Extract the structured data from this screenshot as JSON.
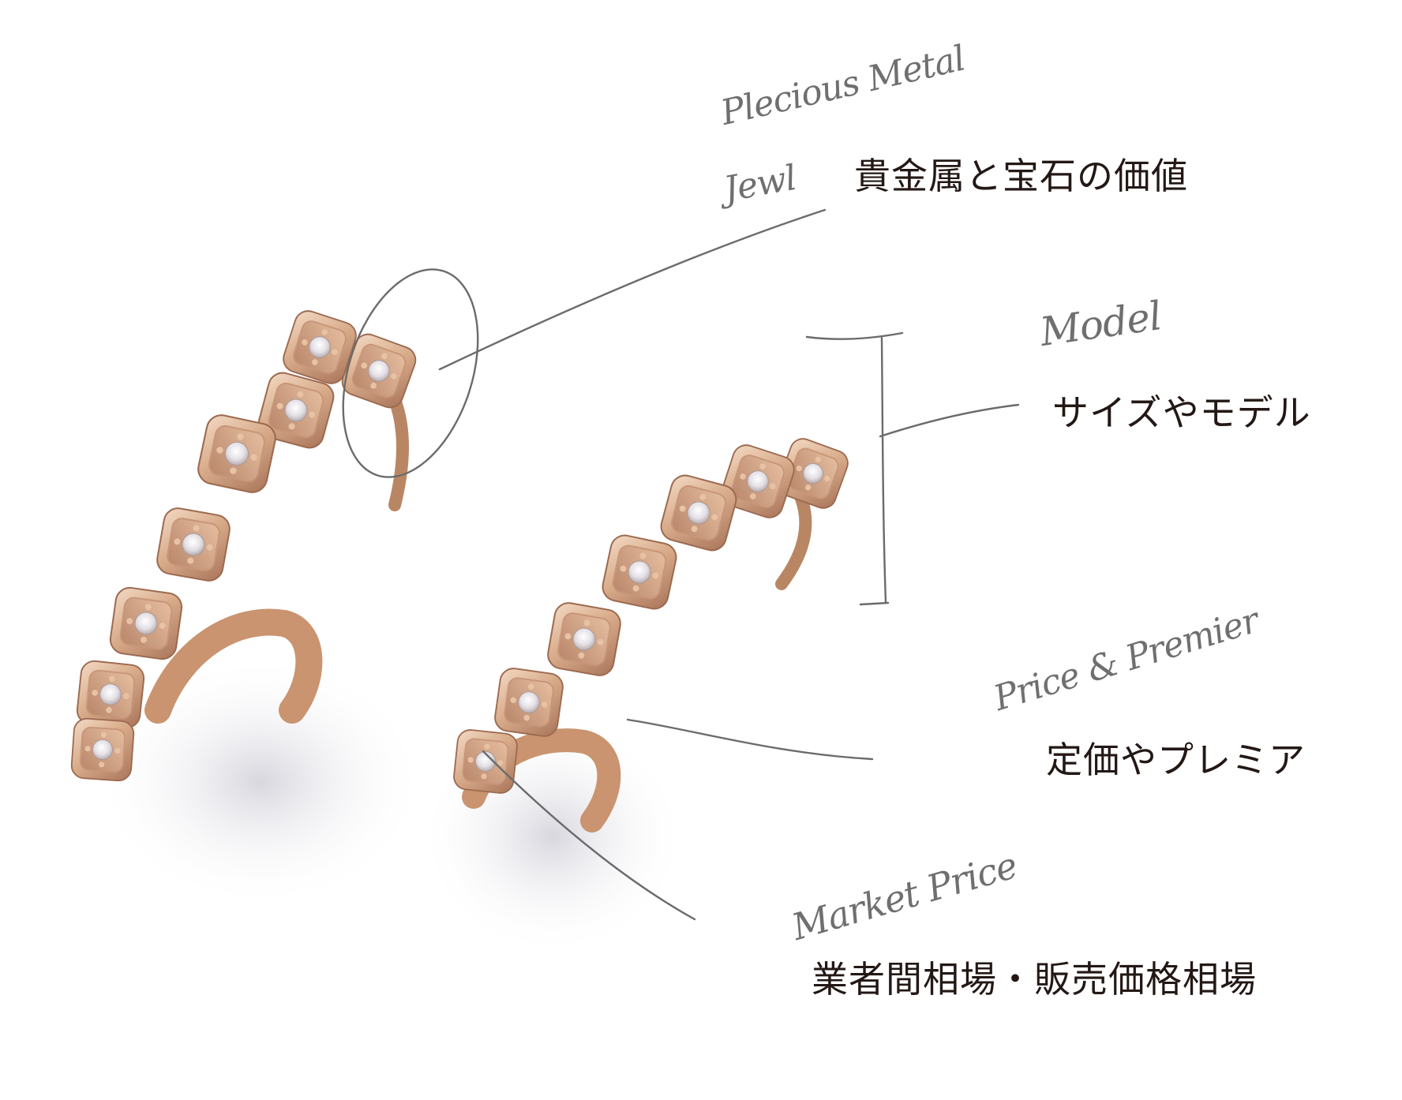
{
  "annotations": [
    {
      "id": "precious-metal",
      "script_line1": "Plecious Metal",
      "script_line2": "Jewl",
      "caption": "貴金属と宝石の価値"
    },
    {
      "id": "model",
      "script": "Model",
      "caption": "サイズやモデル"
    },
    {
      "id": "price-premier",
      "script": "Price & Premier",
      "caption": "定価やプレミア"
    },
    {
      "id": "market-price",
      "script": "Market Price",
      "caption": "業者間相場・販売価格相場"
    }
  ],
  "product": {
    "name": "rose-gold-diamond-hoop-earrings",
    "count": 2
  },
  "colors": {
    "background": "#ffffff",
    "metal": "#d9ad8c",
    "metal_dark": "#a9745a",
    "metal_light": "#f3d9c4",
    "diamond": "#e9e6ea",
    "pencil": "#6b6b6b",
    "caption_text": "#231815"
  }
}
